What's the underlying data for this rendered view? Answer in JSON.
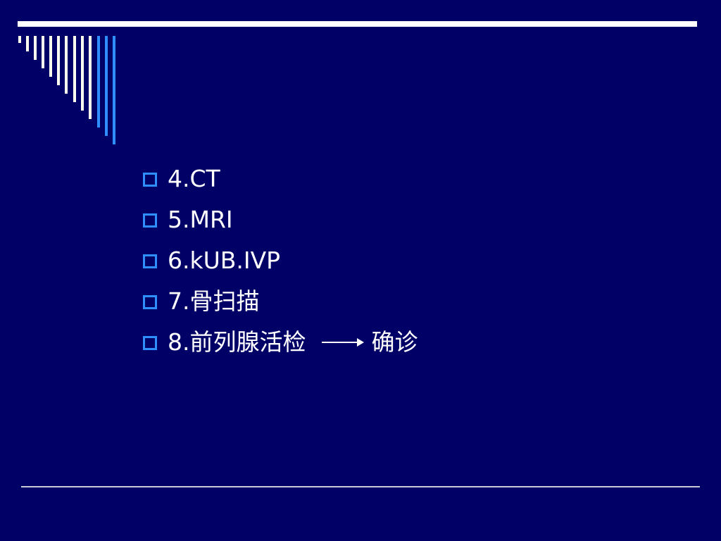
{
  "slide": {
    "items": [
      {
        "text": "4.CT"
      },
      {
        "text": "5.MRI"
      },
      {
        "text": "6.kUB.IVP"
      },
      {
        "text": "7.骨扫描"
      },
      {
        "text": "8.前列腺活检",
        "arrow_target": "确诊"
      }
    ]
  },
  "colors": {
    "background": "#000066",
    "text": "#ffffff",
    "bullet": "#2f8fff",
    "bars_light": "#fffff0",
    "bars_blue": "#2f8fff"
  }
}
